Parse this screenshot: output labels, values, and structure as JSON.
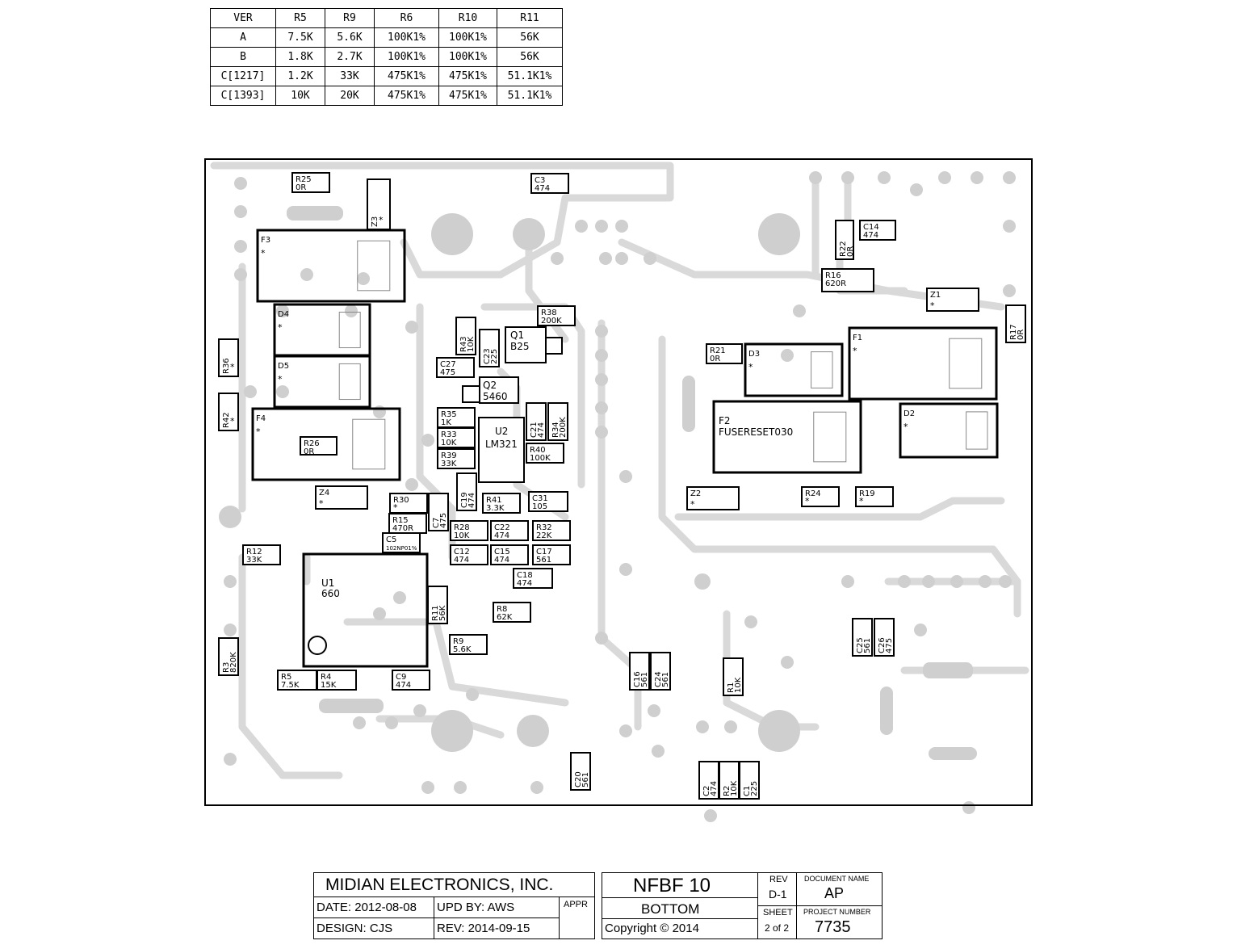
{
  "version_table": {
    "headers": [
      "VER",
      "R5",
      "R9",
      "R6",
      "R10",
      "R11"
    ],
    "rows": [
      [
        "A",
        "7.5K",
        "5.6K",
        "100K1%",
        "100K1%",
        "56K"
      ],
      [
        "B",
        "1.8K",
        "2.7K",
        "100K1%",
        "100K1%",
        "56K"
      ],
      [
        "C[1217]",
        "1.2K",
        "33K",
        "475K1%",
        "475K1%",
        "51.1K1%"
      ],
      [
        "C[1393]",
        "10K",
        "20K",
        "475K1%",
        "475K1%",
        "51.1K1%"
      ]
    ]
  },
  "components": [
    {
      "ref": "R25",
      "value": "0R"
    },
    {
      "ref": "Z3",
      "value": ""
    },
    {
      "ref": "C3",
      "value": "474"
    },
    {
      "ref": "C14",
      "value": "474"
    },
    {
      "ref": "R22",
      "value": "0R"
    },
    {
      "ref": "R16",
      "value": "620R"
    },
    {
      "ref": "Z1",
      "value": ""
    },
    {
      "ref": "R17",
      "value": "0R"
    },
    {
      "ref": "F3",
      "value": ""
    },
    {
      "ref": "D4",
      "value": ""
    },
    {
      "ref": "D5",
      "value": ""
    },
    {
      "ref": "F4",
      "value": ""
    },
    {
      "ref": "R26",
      "value": "0R"
    },
    {
      "ref": "R36",
      "value": ""
    },
    {
      "ref": "R42",
      "value": ""
    },
    {
      "ref": "R38",
      "value": "200K"
    },
    {
      "ref": "Q1",
      "value": "B25"
    },
    {
      "ref": "R43",
      "value": "10K"
    },
    {
      "ref": "C23",
      "value": "225"
    },
    {
      "ref": "C27",
      "value": "475"
    },
    {
      "ref": "Q2",
      "value": "5460"
    },
    {
      "ref": "R35",
      "value": "1K"
    },
    {
      "ref": "R33",
      "value": "10K"
    },
    {
      "ref": "R39",
      "value": "33K"
    },
    {
      "ref": "U2",
      "value": "LM321"
    },
    {
      "ref": "C21",
      "value": "474"
    },
    {
      "ref": "R34",
      "value": "200K"
    },
    {
      "ref": "R40",
      "value": "100K"
    },
    {
      "ref": "R21",
      "value": "0R"
    },
    {
      "ref": "D3",
      "value": ""
    },
    {
      "ref": "F1",
      "value": ""
    },
    {
      "ref": "F2",
      "value": "FUSERESET030"
    },
    {
      "ref": "D2",
      "value": ""
    },
    {
      "ref": "Z4",
      "value": ""
    },
    {
      "ref": "R30",
      "value": ""
    },
    {
      "ref": "C7",
      "value": "475"
    },
    {
      "ref": "C19",
      "value": "474"
    },
    {
      "ref": "R41",
      "value": "3.3K"
    },
    {
      "ref": "C31",
      "value": "105"
    },
    {
      "ref": "Z2",
      "value": ""
    },
    {
      "ref": "R24",
      "value": ""
    },
    {
      "ref": "R19",
      "value": ""
    },
    {
      "ref": "R15",
      "value": "470R"
    },
    {
      "ref": "C5",
      "value": "102NP01%"
    },
    {
      "ref": "R28",
      "value": "10K"
    },
    {
      "ref": "C22",
      "value": "474"
    },
    {
      "ref": "R32",
      "value": "22K"
    },
    {
      "ref": "R12",
      "value": "33K"
    },
    {
      "ref": "C12",
      "value": "474"
    },
    {
      "ref": "C15",
      "value": "474"
    },
    {
      "ref": "C17",
      "value": "561"
    },
    {
      "ref": "U1",
      "value": "660"
    },
    {
      "ref": "C18",
      "value": "474"
    },
    {
      "ref": "R11",
      "value": "56K"
    },
    {
      "ref": "R8",
      "value": "62K"
    },
    {
      "ref": "C25",
      "value": "561"
    },
    {
      "ref": "C26",
      "value": "475"
    },
    {
      "ref": "R9",
      "value": "5.6K"
    },
    {
      "ref": "R3",
      "value": "820K"
    },
    {
      "ref": "R5",
      "value": "7.5K"
    },
    {
      "ref": "R4",
      "value": "15K"
    },
    {
      "ref": "C9",
      "value": "474"
    },
    {
      "ref": "C16",
      "value": "561"
    },
    {
      "ref": "C24",
      "value": "561"
    },
    {
      "ref": "R1",
      "value": "10K"
    },
    {
      "ref": "C20",
      "value": "561"
    },
    {
      "ref": "C2",
      "value": "474"
    },
    {
      "ref": "R2",
      "value": "10K"
    },
    {
      "ref": "C1",
      "value": "225"
    }
  ],
  "pin1_marker": "*",
  "title_block": {
    "company": "MIDIAN ELECTRONICS, INC.",
    "date": "DATE: 2012-08-08",
    "upd_by": "UPD BY:  AWS",
    "appr": "APPR",
    "design": "DESIGN: CJS",
    "rev_date": "REV: 2014-09-15",
    "product": "NFBF 10",
    "side": "BOTTOM",
    "copyright": "Copyright © 2014",
    "rev_label": "REV",
    "rev_value": "D-1",
    "doc_name_label": "DOCUMENT NAME",
    "doc_name_value": "AP",
    "sheet_label": "SHEET",
    "sheet_value": "2 of 2",
    "project_label": "PROJECT NUMBER",
    "project_value": "7735"
  },
  "colors": {
    "copper": "#d9d9d9",
    "pad": "#cfcfcf",
    "silkscreen": "#000000",
    "board_bg": "#ffffff"
  }
}
